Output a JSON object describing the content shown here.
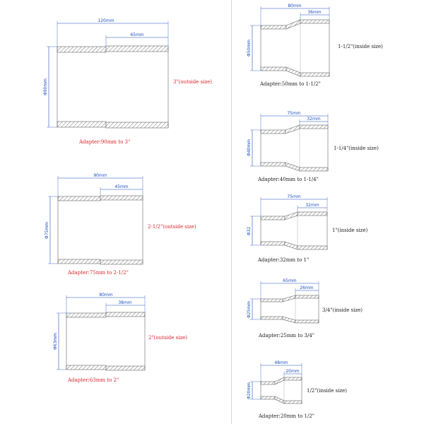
{
  "colors": {
    "dimension": "#1e4fbf",
    "left_label": "#d9252c",
    "right_label": "#222222",
    "hatch": "#8a8a8a",
    "outline": "#666666",
    "divider": "#d6d6d6"
  },
  "left_column": [
    {
      "id": "a90",
      "total_len": "120mm",
      "socket_len": "65mm",
      "diameter": "Φ90mm",
      "size_label": "3\"(outside size)",
      "caption": "Adapter:90mm to 3\""
    },
    {
      "id": "a75",
      "total_len": "90mm",
      "socket_len": "45mm",
      "diameter": "Φ75mm",
      "size_label": "2-1/2\"(outside size)",
      "caption": "Adapter:75mm to 2-1/2\""
    },
    {
      "id": "a63",
      "total_len": "80mm",
      "socket_len": "38mm",
      "diameter": "Φ63mm",
      "size_label": "2\"(outside size)",
      "caption": "Adapter:63mm to 2\""
    }
  ],
  "right_column": [
    {
      "id": "a50",
      "total_len": "80mm",
      "socket_len": "36mm",
      "diameter": "Φ50mm",
      "size_label": "1-1/2\"(inside size)",
      "caption": "Adapter:50mm to 1-1/2\""
    },
    {
      "id": "a40",
      "total_len": "75mm",
      "socket_len": "32mm",
      "diameter": "Φ40mm",
      "size_label": "1-1/4\"(inside size)",
      "caption": "Adapter:40mm to 1-1/4\""
    },
    {
      "id": "a32",
      "total_len": "75mm",
      "socket_len": "32mm",
      "diameter": "Φ32",
      "size_label": "1\"(inside size)",
      "caption": "Adapter:32mm to 1\""
    },
    {
      "id": "a25",
      "total_len": "65mm",
      "socket_len": "26mm",
      "diameter": "Φ25mm",
      "size_label": "3/4\"(inside size)",
      "caption": "Adapter:25mm to 3/4\""
    },
    {
      "id": "a20",
      "total_len": "48mm",
      "socket_len": "20mm",
      "diameter": "Φ20mm",
      "size_label": "1/2\"(inside size)",
      "caption": "Adapter:20mm to 1/2\""
    }
  ]
}
